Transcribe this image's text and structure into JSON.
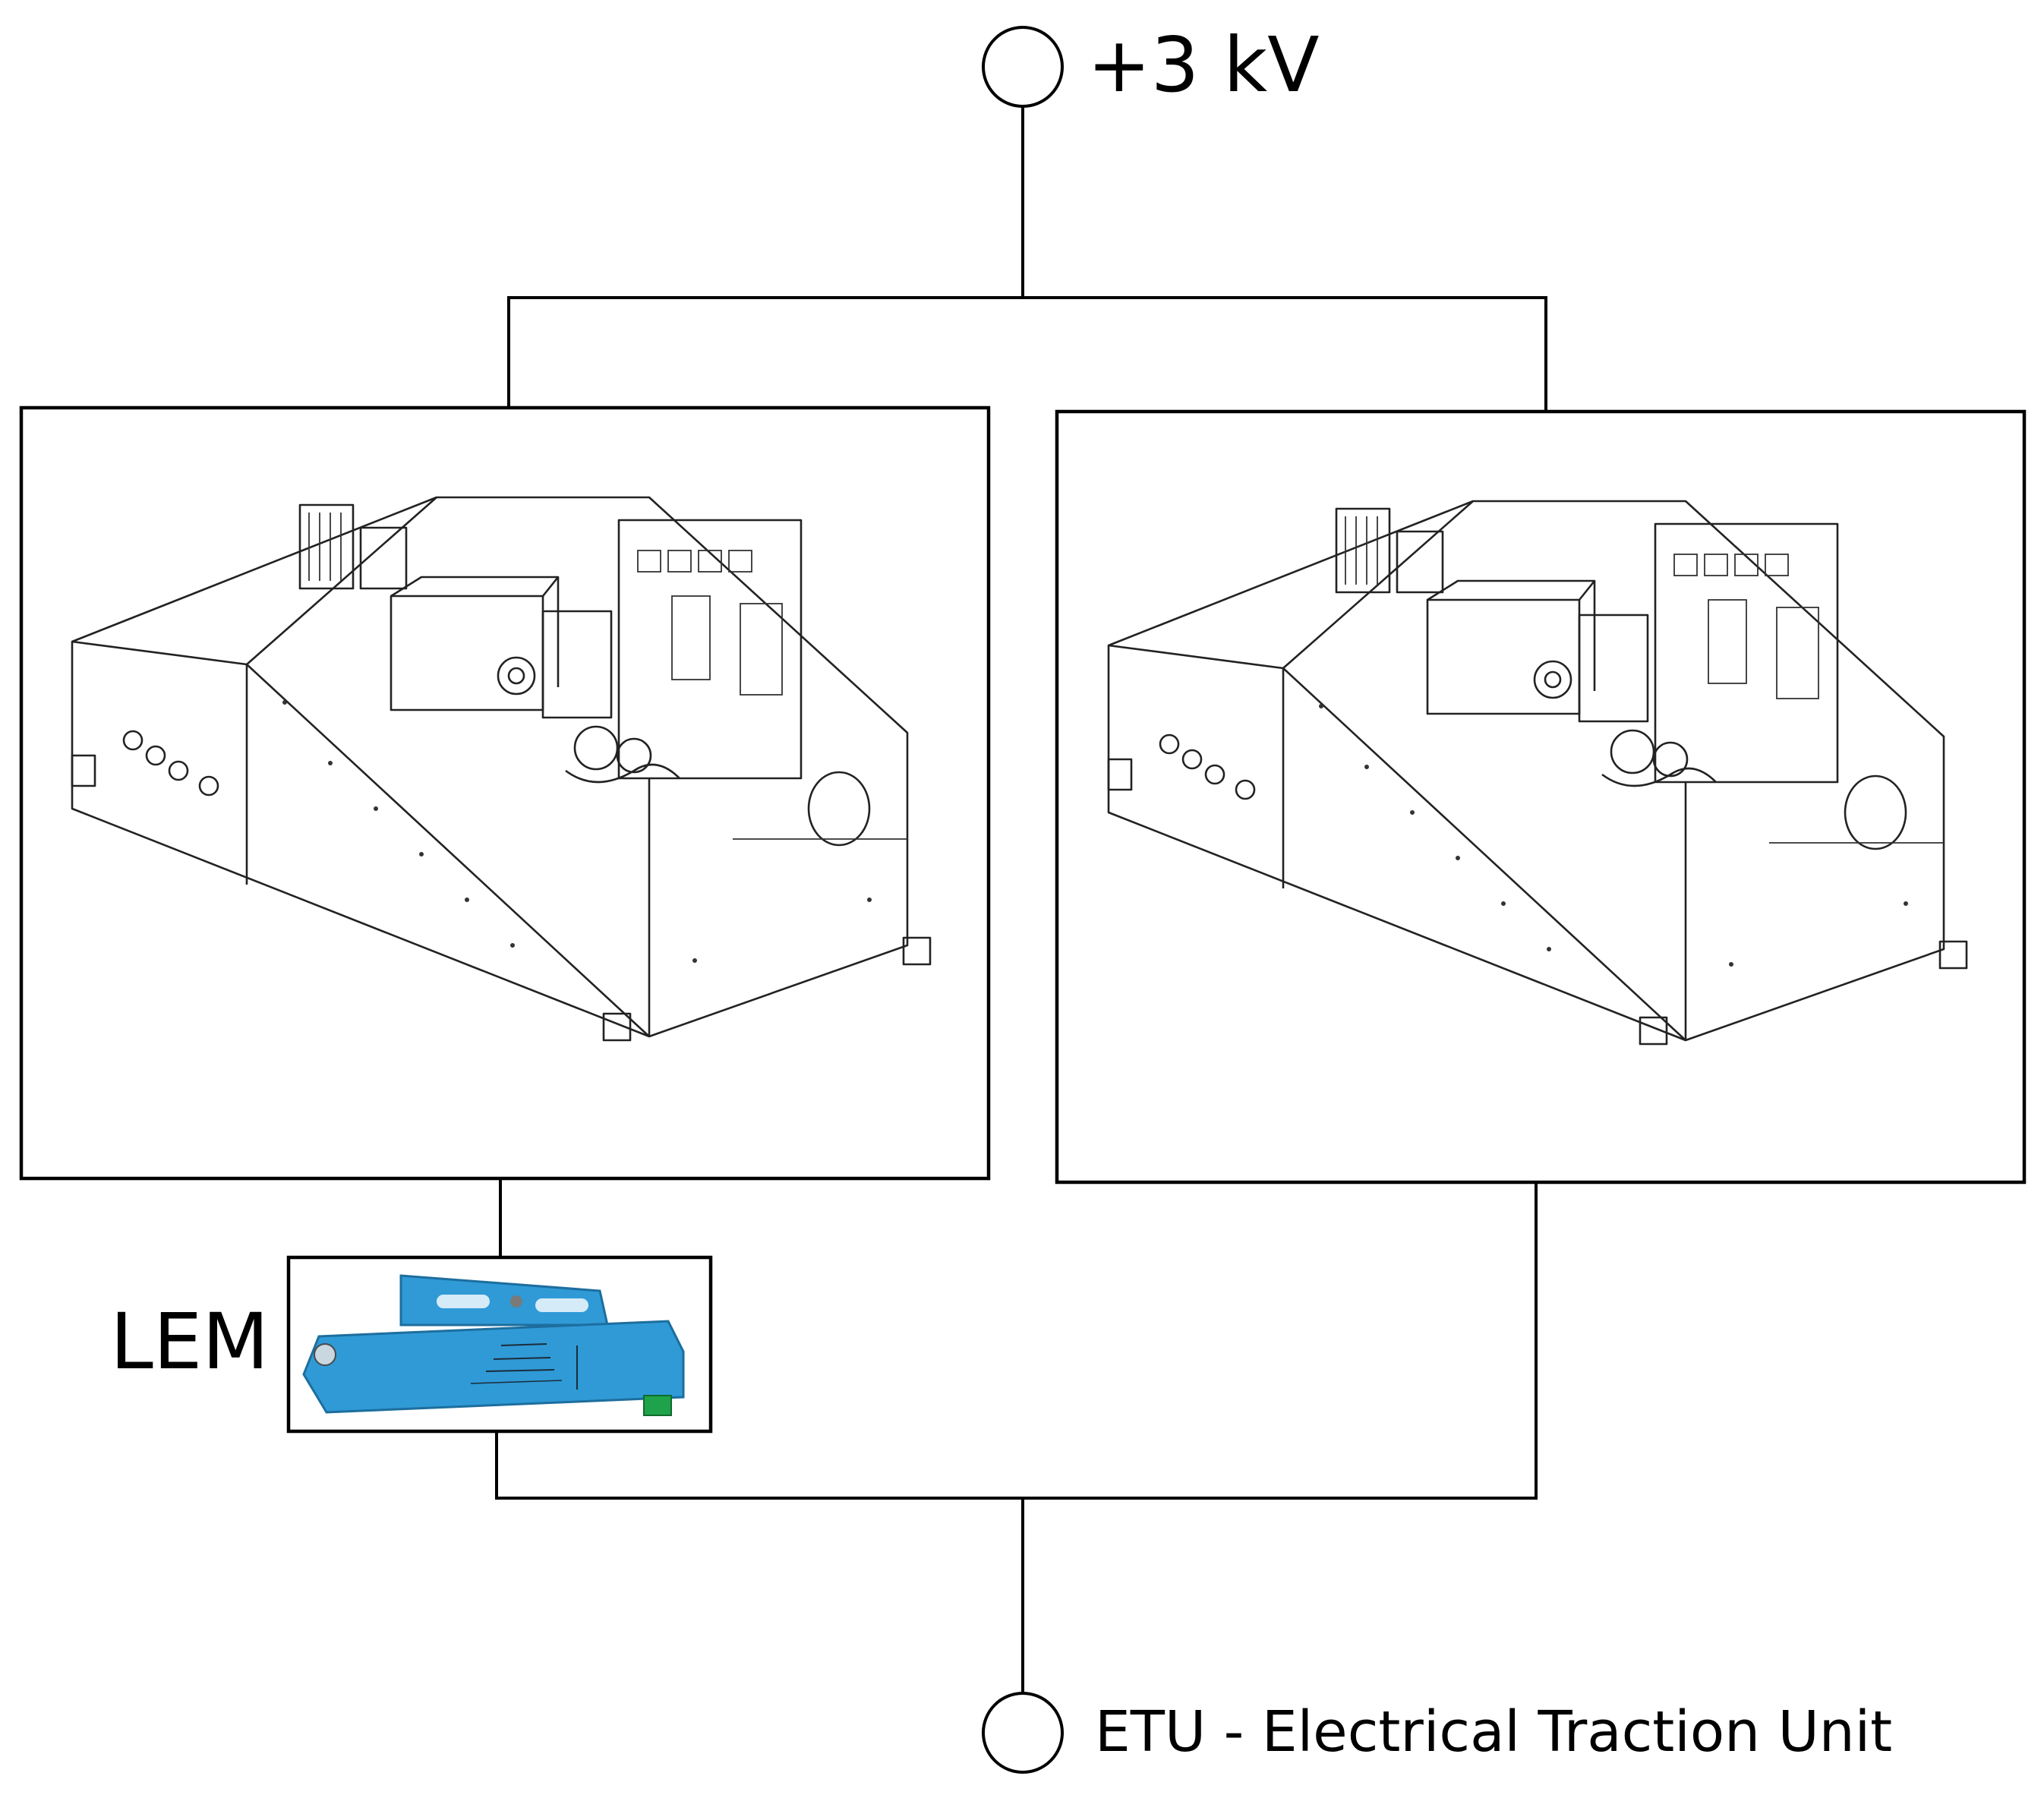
{
  "supply_terminal": {
    "label": "+3 kV"
  },
  "output_terminal": {
    "label": "ETU - Electrical Traction Unit"
  },
  "sensor": {
    "label": "LEM",
    "color": "#2f9ad6",
    "module_color": "#1fa34a"
  },
  "converters": [
    {
      "icon": "converter-cabinet-icon"
    },
    {
      "icon": "converter-cabinet-icon"
    }
  ],
  "colors": {
    "line": "#000000",
    "background": "#ffffff"
  }
}
